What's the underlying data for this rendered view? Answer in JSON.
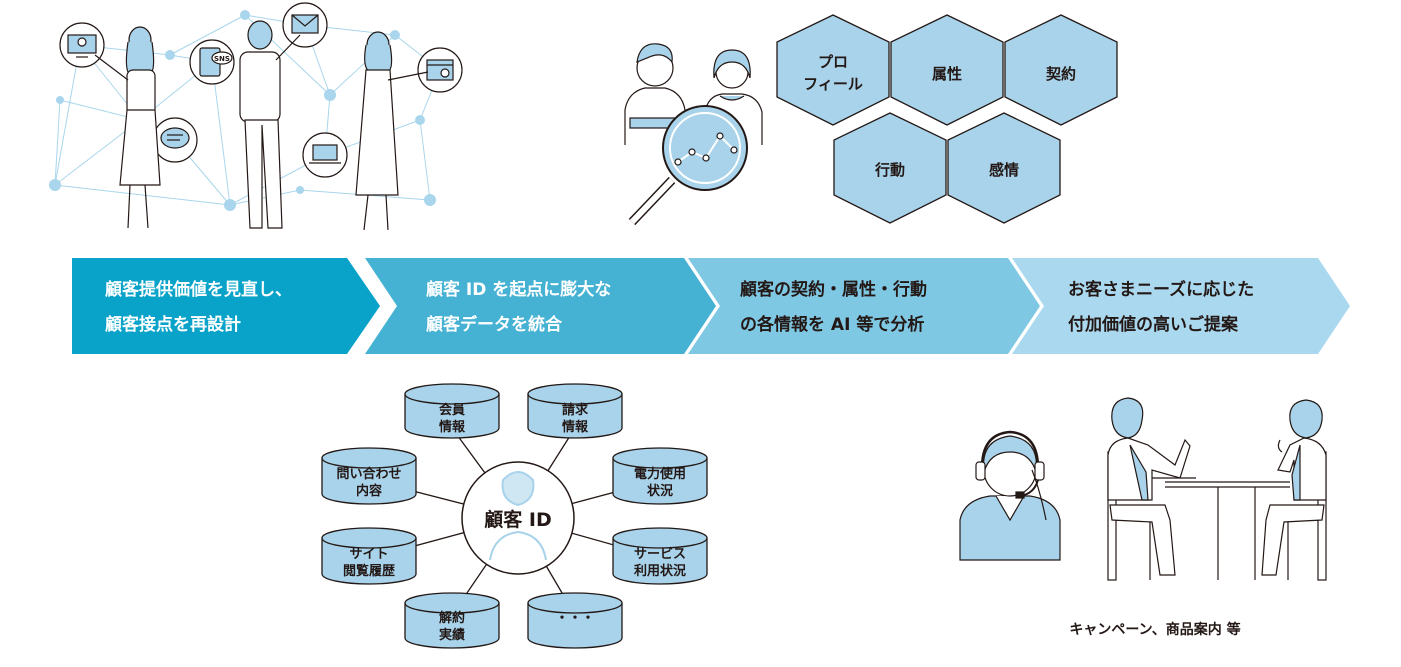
{
  "steps": [
    {
      "line1": "顧客提供価値を見直し、",
      "line2": "顧客接点を再設計"
    },
    {
      "line1": "顧客 ID を起点に膨大な",
      "line2": "顧客データを統合"
    },
    {
      "line1": "顧客の契約・属性・行動",
      "line2": "の各情報を AI 等で分析"
    },
    {
      "line1": "お客さまニーズに応じた",
      "line2": "付加価値の高いご提案"
    }
  ],
  "hexagons": {
    "profile_1": "プロ",
    "profile_2": "フィール",
    "attribute": "属性",
    "contract": "契約",
    "behavior": "行動",
    "emotion": "感情"
  },
  "hub": {
    "label": "顧客 ID"
  },
  "databases": {
    "member_1": "会員",
    "member_2": "情報",
    "billing_1": "請求",
    "billing_2": "情報",
    "power_1": "電力使用",
    "power_2": "状況",
    "service_1": "サービス",
    "service_2": "利用状況",
    "more": "・・・",
    "cancel_1": "解約",
    "cancel_2": "実績",
    "site_1": "サイト",
    "site_2": "閲覧履歴",
    "inquiry_1": "問い合わせ",
    "inquiry_2": "内容"
  },
  "channel_icons": {
    "sns": "SNS"
  },
  "proposal_caption": "キャンペーン、商品案内 等",
  "colors": {
    "step1": "#09a3c9",
    "step2": "#45b1d3",
    "step3": "#7fc8e3",
    "step4": "#a9d8ef",
    "light_fill": "#a8d3eb",
    "stroke": "#231815",
    "network": "#9fd1ea"
  }
}
